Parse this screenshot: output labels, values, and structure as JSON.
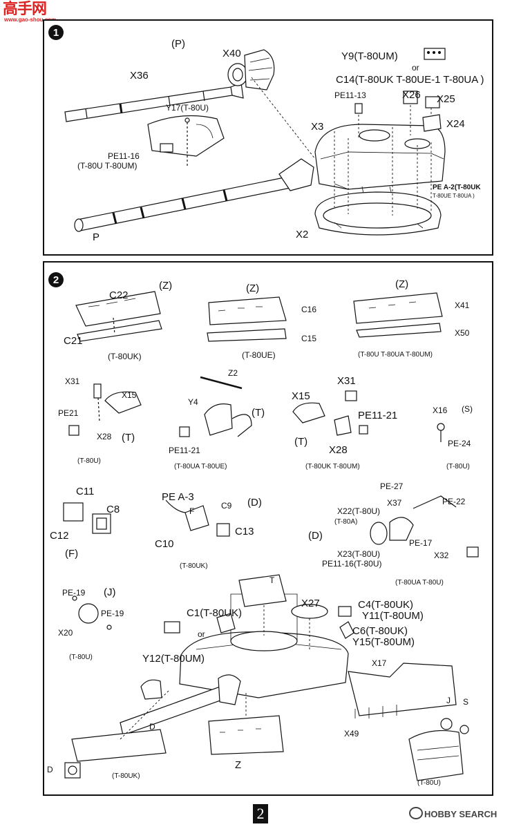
{
  "watermark": {
    "logo": "高手网",
    "url": "www.gao-shou.com"
  },
  "step1": {
    "number": "1",
    "labels": {
      "p_top": "(P)",
      "x40": "X40",
      "x36": "X36",
      "y9": "Y9",
      "y9_note": "(T-80UM)",
      "or": "or",
      "c14": "C14",
      "c14_note": "(T-80UK T-80UE-1 T-80UA )",
      "pe11_13": "PE11-13",
      "x26": "X26",
      "x25": "X25",
      "x24": "X24",
      "y17": "Y17",
      "y17_note": "(T-80U)",
      "x3": "X3",
      "pe11_16": "PE11-16",
      "pe11_16_note": "(T-80U T-80UM)",
      "pea2": "PE A-2",
      "pea2_note1": "(T-80UK",
      "pea2_note2": "T-80UE T-80UA )",
      "p_bottom": "P",
      "x2": "X2"
    }
  },
  "step2": {
    "number": "2",
    "labels": {
      "z1": "(Z)",
      "c22": "C22",
      "c21": "C21",
      "t80uk_a": "(T-80UK)",
      "z2": "(Z)",
      "c16": "C16",
      "c15": "C15",
      "t80ue_a": "(T-80UE)",
      "z3": "(Z)",
      "x41": "X41",
      "x50": "X50",
      "t80u_group": "(T-80U  T-80UA  T-80UM)",
      "x31_a": "X31",
      "x15_a": "X15",
      "pe21": "PE21",
      "x28_a": "X28",
      "t_a": "(T)",
      "t80u_a": "(T-80U)",
      "z2b": "Z2",
      "y4": "Y4",
      "t_b": "(T)",
      "pe11_21_a": "PE11-21",
      "t80ua_ue": "(T-80UA  T-80UE)",
      "x31_b": "X31",
      "x15_b": "X15",
      "pe11_21_b": "PE11-21",
      "t_c": "(T)",
      "x28_b": "X28",
      "t80uk_um_a": "(T-80UK  T-80UM)",
      "x16": "X16",
      "s_a": "(S)",
      "pe24": "PE-24",
      "t80u_b": "(T-80U)",
      "c11": "C11",
      "c8": "C8",
      "c12": "C12",
      "f_a": "(F)",
      "pea3": "PE A-3",
      "c9": "C9",
      "d_a": "(D)",
      "f_b": "F",
      "c13": "C13",
      "c10": "C10",
      "t80uk_b": "(T-80UK)",
      "pe27": "PE-27",
      "x37": "X37",
      "pe22": "PE-22",
      "x22": "X22",
      "x22_note1": "(T-80U)",
      "x22_note2": "(T-80A)",
      "d_b": "(D)",
      "pe17": "PE-17",
      "x32": "X32",
      "x23": "X23",
      "x23_note": "(T-80U)",
      "pe11_16": "PE11-16",
      "pe11_16_note": "(T-80U)",
      "t80ua_u": "(T-80UA  T-80U)",
      "pe19_a": "PE-19",
      "j_a": "(J)",
      "pe19_b": "PE-19",
      "x20": "X20",
      "t80u_c": "(T-80U)",
      "t": "T",
      "x27": "X27",
      "c1": "C1",
      "c1_note": "(T-80UK)",
      "or": "or",
      "c4": "C4",
      "c4_note": "(T-80UK)",
      "y11": "Y11",
      "y11_note": "(T-80UM)",
      "c6": "C6",
      "c6_note": "(T-80UK)",
      "y15": "Y15",
      "y15_note": "(T-80UM)",
      "y12": "Y12",
      "y12_note": "(T-80UM)",
      "x17": "X17",
      "d_c": "D",
      "x49": "X49",
      "j_b": "J",
      "s_b": "S",
      "d_d": "D",
      "t80uk_c": "(T-80UK)",
      "z_bottom": "Z",
      "t80u_d": "(T-80U)"
    }
  },
  "footer": {
    "page_number": "2",
    "site": "HOBBY SEARCH"
  }
}
